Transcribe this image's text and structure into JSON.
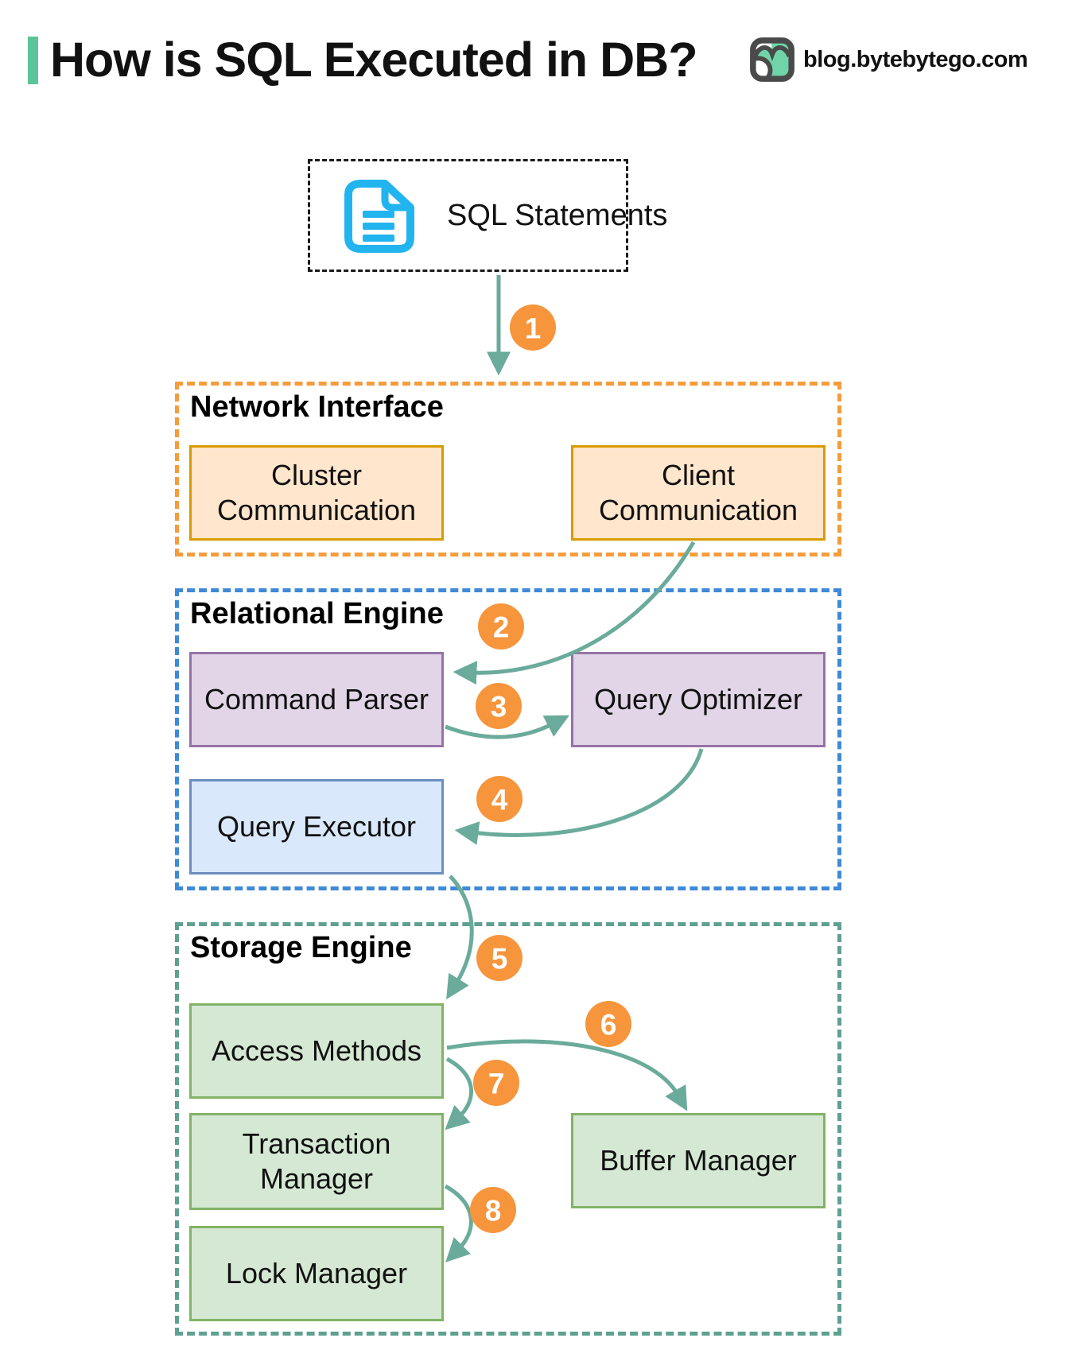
{
  "header": {
    "title": "How is SQL Executed in DB?",
    "brand": "blog.bytebytego.com",
    "accent_color": "#5CC49A"
  },
  "source_box": {
    "label": "SQL Statements",
    "icon": "document-icon",
    "icon_color": "#22B4EE"
  },
  "sections": [
    {
      "id": "network",
      "title": "Network Interface",
      "border_color": "#F59C3C",
      "boxes": [
        {
          "label": "Cluster Communication",
          "fill": "#FFE6CC",
          "stroke": "#D79B00"
        },
        {
          "label": "Client Communication",
          "fill": "#FFE6CC",
          "stroke": "#D79B00"
        }
      ]
    },
    {
      "id": "relational",
      "title": "Relational Engine",
      "border_color": "#3E8AD8",
      "boxes": [
        {
          "label": "Command Parser",
          "fill": "#E1D5E7",
          "stroke": "#9673A6"
        },
        {
          "label": "Query Optimizer",
          "fill": "#E1D5E7",
          "stroke": "#9673A6"
        },
        {
          "label": "Query Executor",
          "fill": "#DAE8FC",
          "stroke": "#6C8EBF"
        }
      ]
    },
    {
      "id": "storage",
      "title": "Storage Engine",
      "border_color": "#5FA091",
      "boxes": [
        {
          "label": "Access Methods",
          "fill": "#D5E8D4",
          "stroke": "#82B366"
        },
        {
          "label": "Transaction Manager",
          "fill": "#D5E8D4",
          "stroke": "#82B366"
        },
        {
          "label": "Lock Manager",
          "fill": "#D5E8D4",
          "stroke": "#82B366"
        },
        {
          "label": "Buffer Manager",
          "fill": "#D5E8D4",
          "stroke": "#82B366"
        }
      ]
    }
  ],
  "flow_steps": [
    {
      "number": "1",
      "from": "SQL Statements",
      "to": "Network Interface"
    },
    {
      "number": "2",
      "from": "Client Communication",
      "to": "Command Parser"
    },
    {
      "number": "3",
      "from": "Command Parser",
      "to": "Query Optimizer"
    },
    {
      "number": "4",
      "from": "Query Optimizer",
      "to": "Query Executor"
    },
    {
      "number": "5",
      "from": "Query Executor",
      "to": "Access Methods"
    },
    {
      "number": "6",
      "from": "Access Methods",
      "to": "Buffer Manager"
    },
    {
      "number": "7",
      "from": "Access Methods",
      "to": "Transaction Manager"
    },
    {
      "number": "8",
      "from": "Transaction Manager",
      "to": "Lock Manager"
    }
  ],
  "colors": {
    "arrow": "#6AAB9B",
    "step_circle": "#F6953C",
    "step_number_text": "#FFFFFF"
  }
}
